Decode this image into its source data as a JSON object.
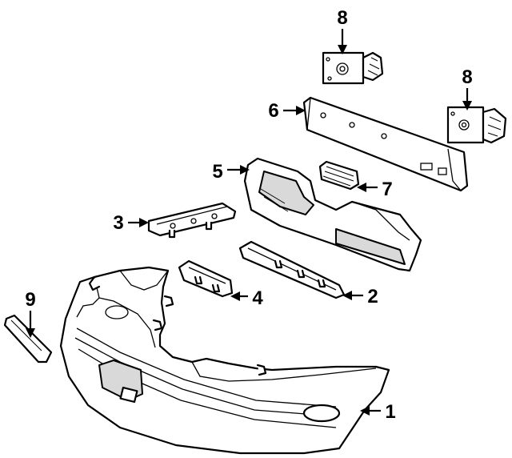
{
  "diagram": {
    "callouts": [
      {
        "id": "callout-1",
        "label": "1"
      },
      {
        "id": "callout-2",
        "label": "2"
      },
      {
        "id": "callout-3",
        "label": "3"
      },
      {
        "id": "callout-4",
        "label": "4"
      },
      {
        "id": "callout-5",
        "label": "5"
      },
      {
        "id": "callout-6",
        "label": "6"
      },
      {
        "id": "callout-7",
        "label": "7"
      },
      {
        "id": "callout-8a",
        "label": "8"
      },
      {
        "id": "callout-8b",
        "label": "8"
      },
      {
        "id": "callout-9",
        "label": "9"
      }
    ]
  }
}
